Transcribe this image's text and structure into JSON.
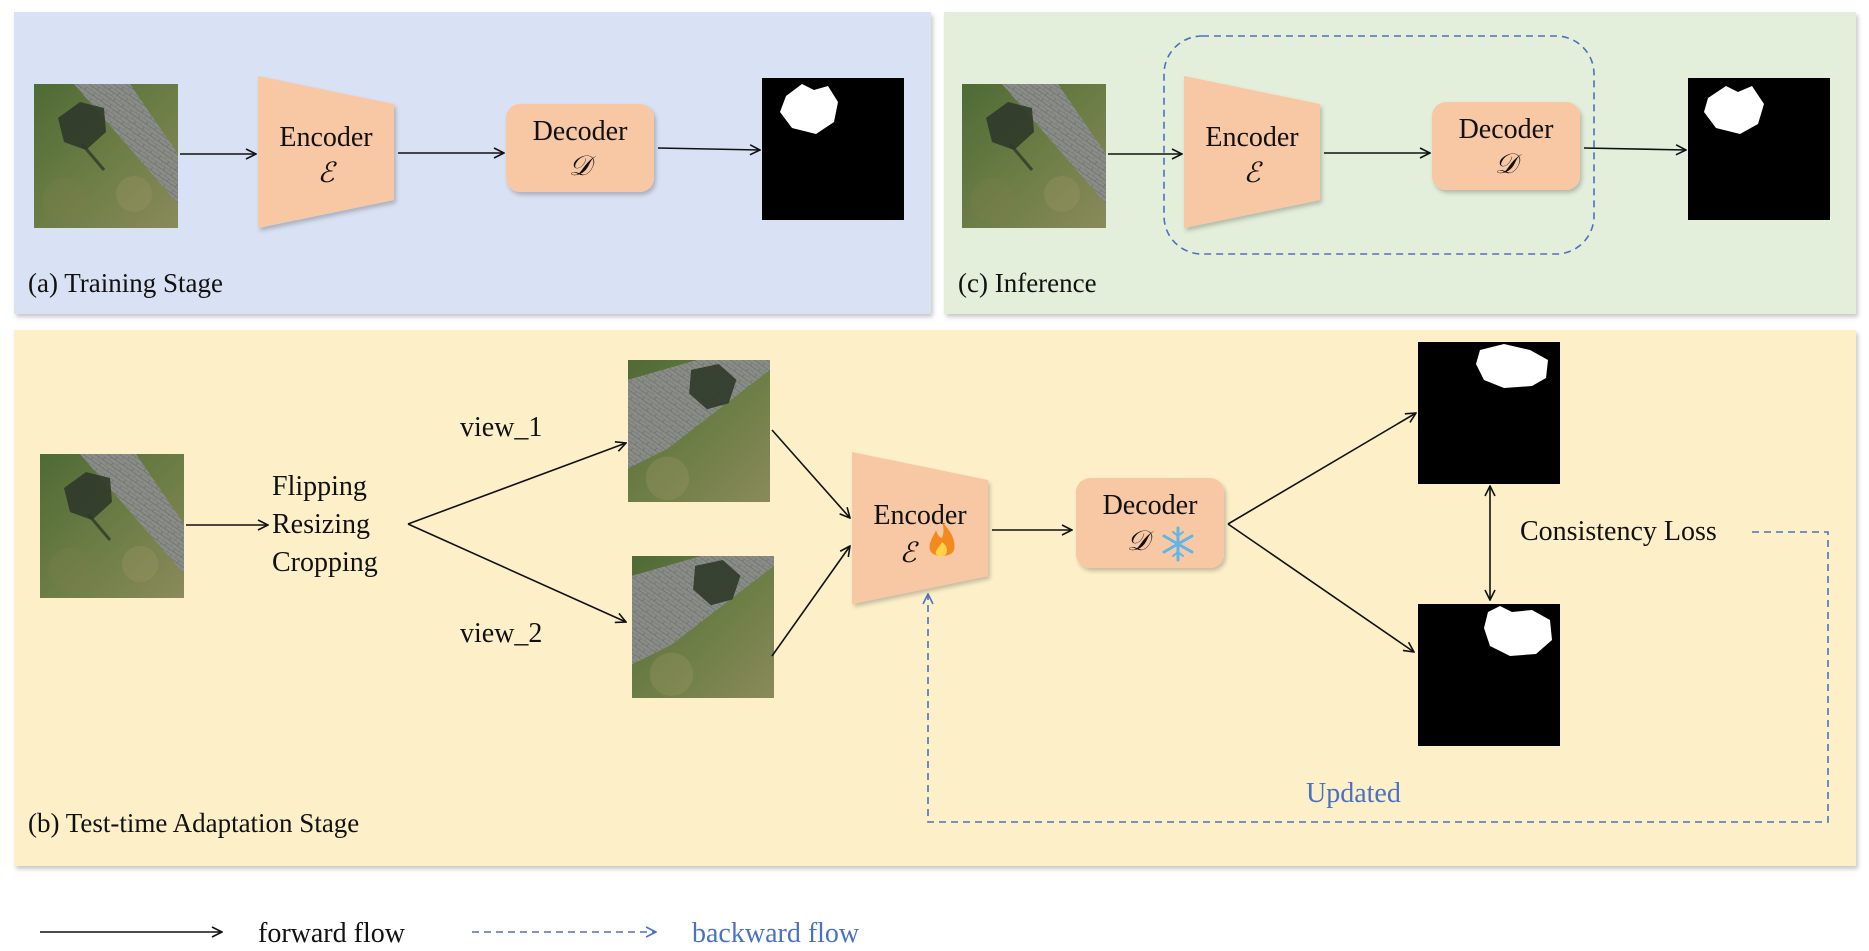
{
  "panels": {
    "training": {
      "caption": "(a) Training Stage",
      "bg": "#d9e1f4"
    },
    "inference": {
      "caption": "(c) Inference",
      "bg": "#e3efda"
    },
    "tta": {
      "caption": "(b) Test-time Adaptation Stage",
      "bg": "#fdf0c9"
    }
  },
  "blocks": {
    "encoder_label": "Encoder",
    "encoder_symbol": "ℰ",
    "decoder_label": "Decoder",
    "decoder_symbol": "𝒟",
    "fill": "#f8c8a4"
  },
  "tta": {
    "augmentations": [
      "Flipping",
      "Resizing",
      "Cropping"
    ],
    "view1": "view_1",
    "view2": "view_2",
    "loss": "Consistency Loss",
    "updated": "Updated"
  },
  "legend": {
    "forward": "forward flow",
    "backward": "backward flow",
    "backward_color": "#4a72c4"
  }
}
